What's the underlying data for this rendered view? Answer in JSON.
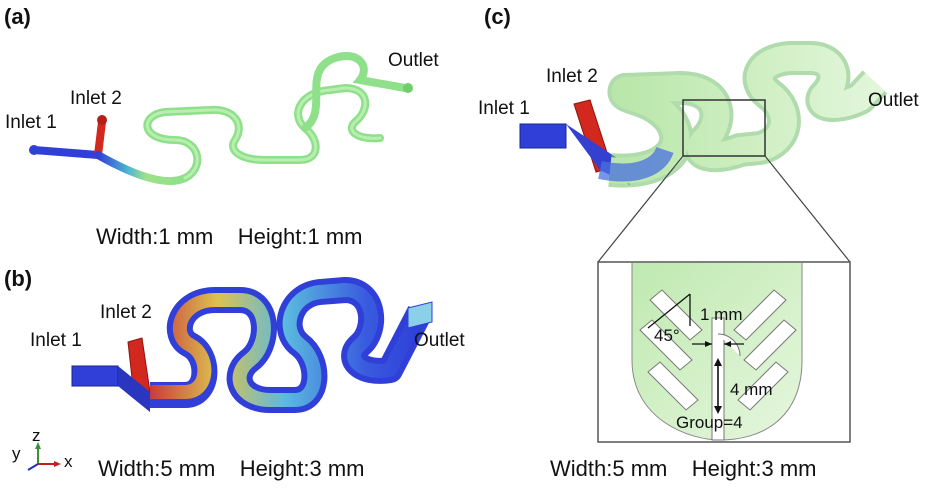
{
  "panel_a": {
    "letter": "(a)",
    "inlet1": "Inlet 1",
    "inlet2": "Inlet 2",
    "outlet": "Outlet",
    "dims": "Width:1 mm    Height:1 mm"
  },
  "panel_b": {
    "letter": "(b)",
    "inlet1": "Inlet 1",
    "inlet2": "Inlet 2",
    "outlet": "Outlet",
    "dims": "Width:5 mm    Height:3 mm"
  },
  "panel_c": {
    "letter": "(c)",
    "inlet1": "Inlet 1",
    "inlet2": "Inlet 2",
    "outlet": "Outlet",
    "dims": "Width:5 mm    Height:3 mm",
    "zoom": {
      "angle": "45°",
      "gap": "1 mm",
      "length": "4 mm",
      "group": "Group=4"
    }
  },
  "axes": {
    "z": "z",
    "y": "y",
    "x": "x"
  },
  "colors": {
    "blue": "#2f3fd8",
    "red": "#d2281e",
    "green": "#8fe08a",
    "pale_green": "#d6f3cc",
    "frame": "#555555"
  }
}
